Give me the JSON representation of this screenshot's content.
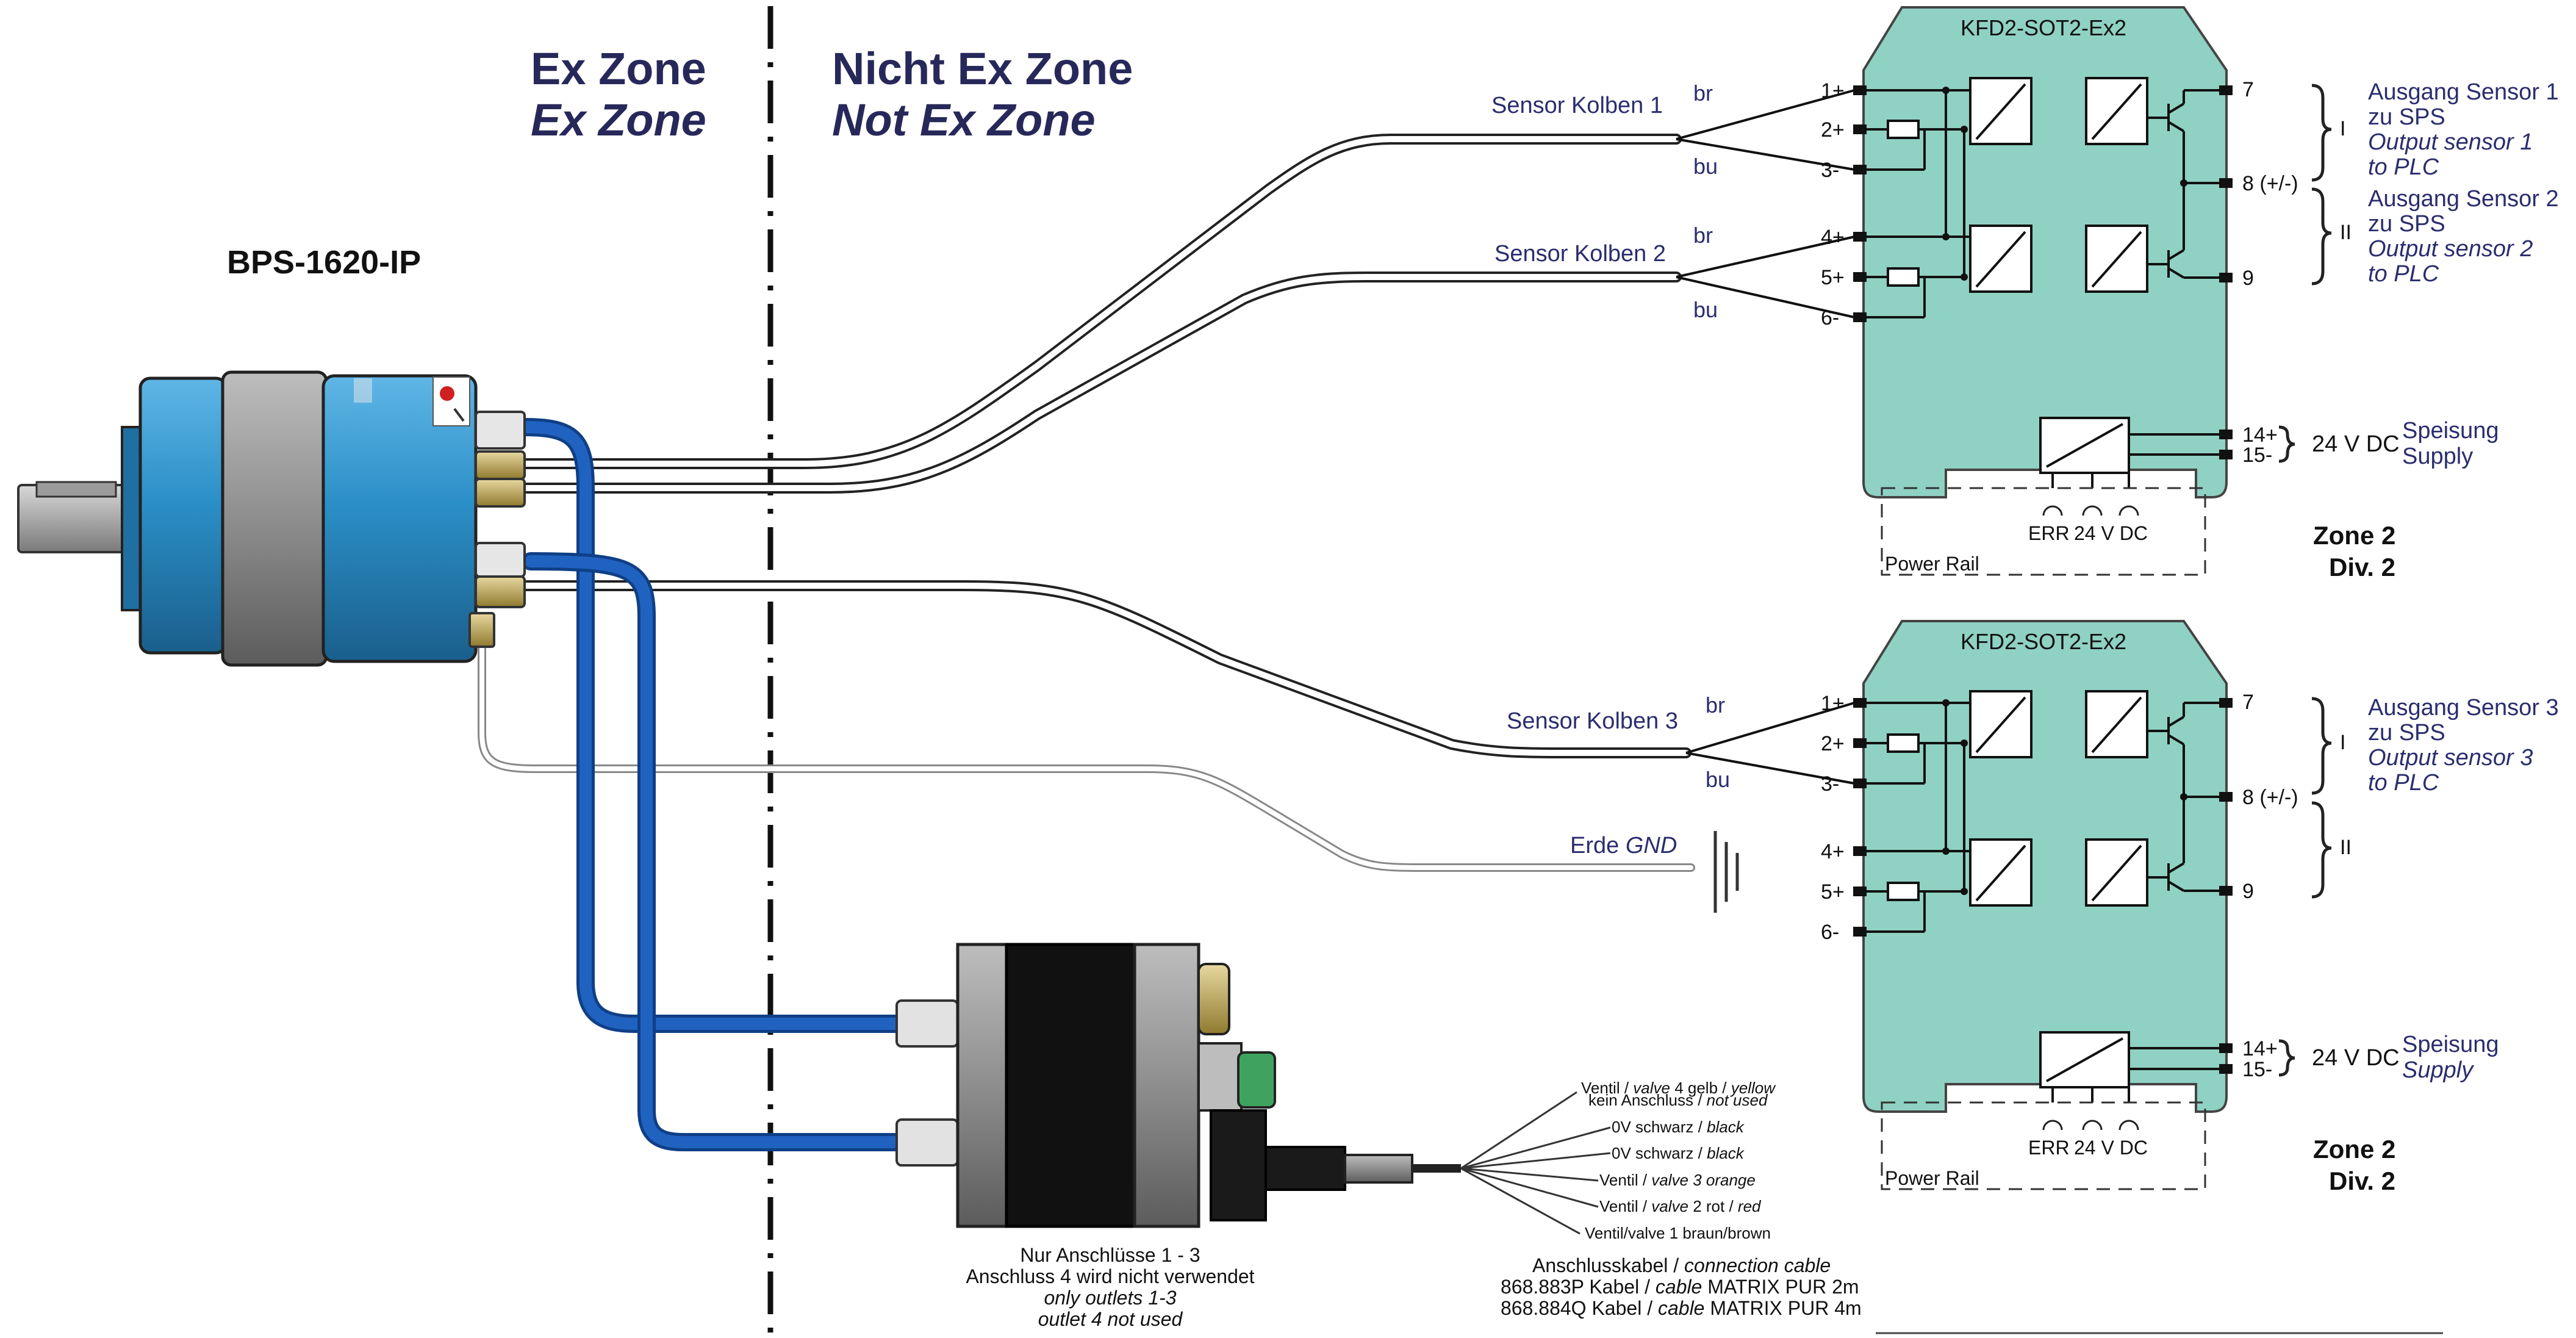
{
  "zones": {
    "ex_de": "Ex Zone",
    "ex_en": "Ex Zone",
    "nonex_de": "Nicht Ex Zone",
    "nonex_en": "Not Ex Zone"
  },
  "device": {
    "name": "BPS-1620-IP"
  },
  "cables": {
    "sensor1": "Sensor Kolben 1",
    "sensor2": "Sensor Kolben 2",
    "sensor3": "Sensor Kolben 3",
    "br": "br",
    "bu": "bu",
    "ground_de": "Erde",
    "ground_en": "GND"
  },
  "barriers": [
    {
      "model": "KFD2-SOT2-Ex2",
      "inputs": [
        "1+",
        "2+",
        "3-",
        "4+",
        "5+",
        "6-"
      ],
      "outputs": [
        "7",
        "8 (+/-)",
        "9"
      ],
      "supply_terms": [
        "14+",
        "15-"
      ],
      "leds": [
        "ERR",
        "24 V DC"
      ],
      "power_rail": "Power Rail",
      "zone": "Zone 2",
      "div": "Div. 2",
      "roman1": "I",
      "roman2": "II",
      "supply_voltage": "24 V DC",
      "supply_de": "Speisung",
      "supply_en": "Supply",
      "out1": {
        "de1": "Ausgang Sensor 1",
        "de2": "zu SPS",
        "en1": "Output sensor 1",
        "en2": "to PLC"
      },
      "out2": {
        "de1": "Ausgang Sensor 2",
        "de2": "zu SPS",
        "en1": "Output sensor 2",
        "en2": "to PLC"
      }
    },
    {
      "model": "KFD2-SOT2-Ex2",
      "inputs": [
        "1+",
        "2+",
        "3-",
        "4+",
        "5+",
        "6-"
      ],
      "outputs": [
        "7",
        "8 (+/-)",
        "9"
      ],
      "supply_terms": [
        "14+",
        "15-"
      ],
      "leds": [
        "ERR",
        "24 V DC"
      ],
      "power_rail": "Power Rail",
      "zone": "Zone 2",
      "div": "Div. 2",
      "roman1": "I",
      "roman2": "II",
      "supply_voltage": "24 V DC",
      "supply_de": "Speisung",
      "supply_en": "Supply",
      "out1": {
        "de1": "Ausgang Sensor 3",
        "de2": "zu SPS",
        "en1": "Output sensor 3",
        "en2": "to PLC"
      }
    }
  ],
  "valve": {
    "note1": "Nur Anschlüsse 1 - 3",
    "note2": "Anschluss 4 wird nicht verwendet",
    "note3": "only outlets 1-3",
    "note4": "outlet 4 not used"
  },
  "wires": {
    "w1a": "Ventil / ",
    "w1b": "valve",
    "w1c": " 4 gelb / ",
    "w1d": "yellow",
    "w2a": "kein Anschluss / ",
    "w2b": "not used",
    "w3a": "0V schwarz / ",
    "w3b": "black",
    "w4a": "0V schwarz / ",
    "w4b": "black",
    "w5a": "Ventil / ",
    "w5b": "valve 3 orange",
    "w6a": "Ventil / ",
    "w6b": "valve",
    "w6c": " 2 rot / ",
    "w6d": "red",
    "w7": "Ventil/valve 1 braun/brown"
  },
  "connection_cable": {
    "title_de": "Anschlusskabel / ",
    "title_en": "connection cable",
    "line1a": "868.883P Kabel / ",
    "line1b": "cable",
    "line1c": " MATRIX PUR 2m",
    "line2a": "868.884Q Kabel / ",
    "line2b": "cable",
    "line2c": " MATRIX PUR 4m"
  },
  "colors": {
    "barrier": "#8fd1c3",
    "encoder": "#2b8fc7",
    "blue_cable": "#2062c0",
    "label_blue": "#2a2d6e"
  }
}
